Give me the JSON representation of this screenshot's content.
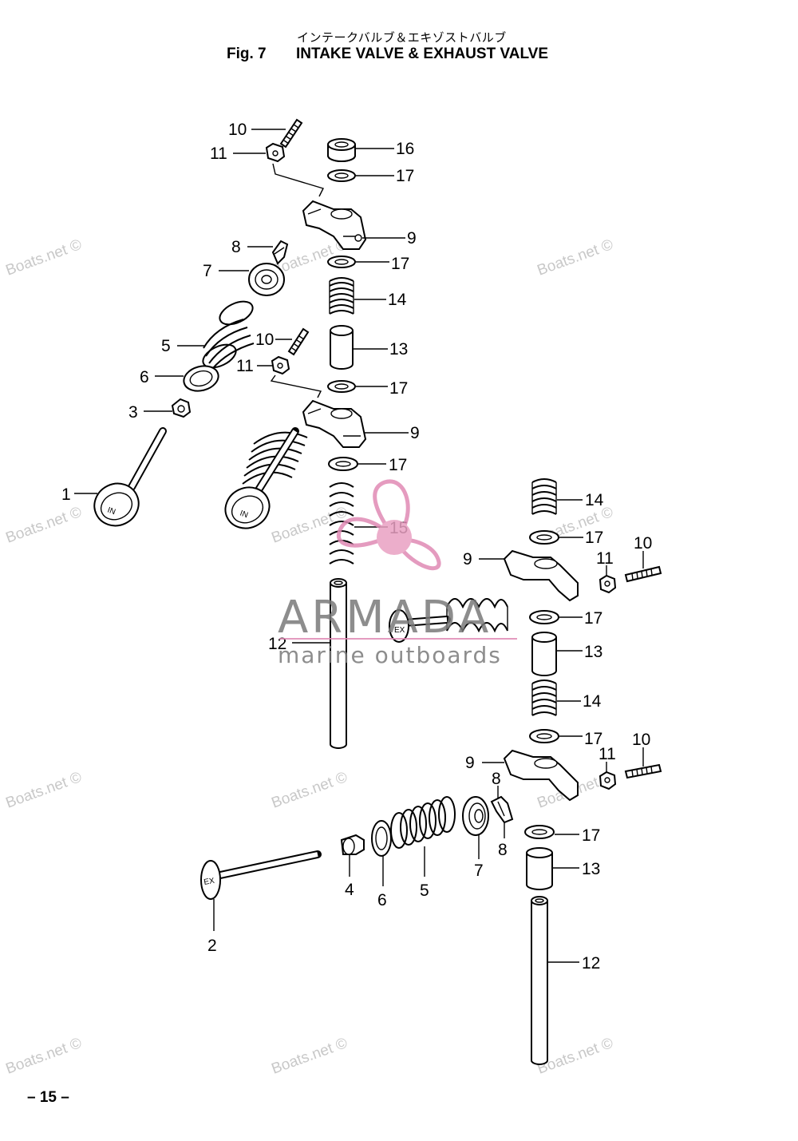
{
  "title": {
    "japanese": "インテークバルブ＆エキゾストバルブ",
    "fig": "Fig. 7",
    "english": "INTAKE VALVE & EXHAUST VALVE"
  },
  "page_number": "– 15 –",
  "callouts": {
    "intake_valve": "1",
    "exhaust_valve": "2",
    "intake_valve_collet": "3",
    "exhaust_valve_collet": "4",
    "intake_valve_spring": "5",
    "exhaust_valve_spring": "5",
    "intake_spring_seat": "6",
    "exhaust_spring_seat": "6",
    "intake_retainer": "7",
    "exhaust_retainer": "7",
    "intake_cotter": "8",
    "exhaust_cotter_top": "8",
    "exhaust_cotter_bottom": "8",
    "rocker_arm_a": "9",
    "rocker_arm_b": "9",
    "rocker_arm_c": "9",
    "rocker_arm_d": "9",
    "adjust_screw_a": "10",
    "adjust_screw_b": "10",
    "adjust_screw_c": "10",
    "adjust_screw_d": "10",
    "lock_nut_a": "11",
    "lock_nut_b": "11",
    "lock_nut_c": "11",
    "lock_nut_d": "11",
    "rocker_shaft_left": "12",
    "rocker_shaft_right": "12",
    "collar_a": "13",
    "collar_b": "13",
    "collar_c": "13",
    "shaft_spring_a": "14",
    "shaft_spring_b": "14",
    "shaft_spring_c": "14",
    "shaft_spring_long": "15",
    "top_cap": "16",
    "washer_a": "17",
    "washer_b": "17",
    "washer_c": "17",
    "washer_d": "17",
    "washer_e": "17",
    "washer_f": "17",
    "washer_g": "17",
    "washer_h": "17"
  },
  "valve_marks": {
    "intake": "IN",
    "exhaust": "EX"
  },
  "watermarks": {
    "site": "Boats.net ©",
    "brand_name": "ARMADA",
    "brand_tagline": "marine outboards"
  },
  "colors": {
    "line": "#000000",
    "watermark_gray": "#c8c8c8",
    "brand_gray": "#7a7a7a",
    "logo_pink": "#e08ab4",
    "logo_hub": "#e9a0c2"
  }
}
